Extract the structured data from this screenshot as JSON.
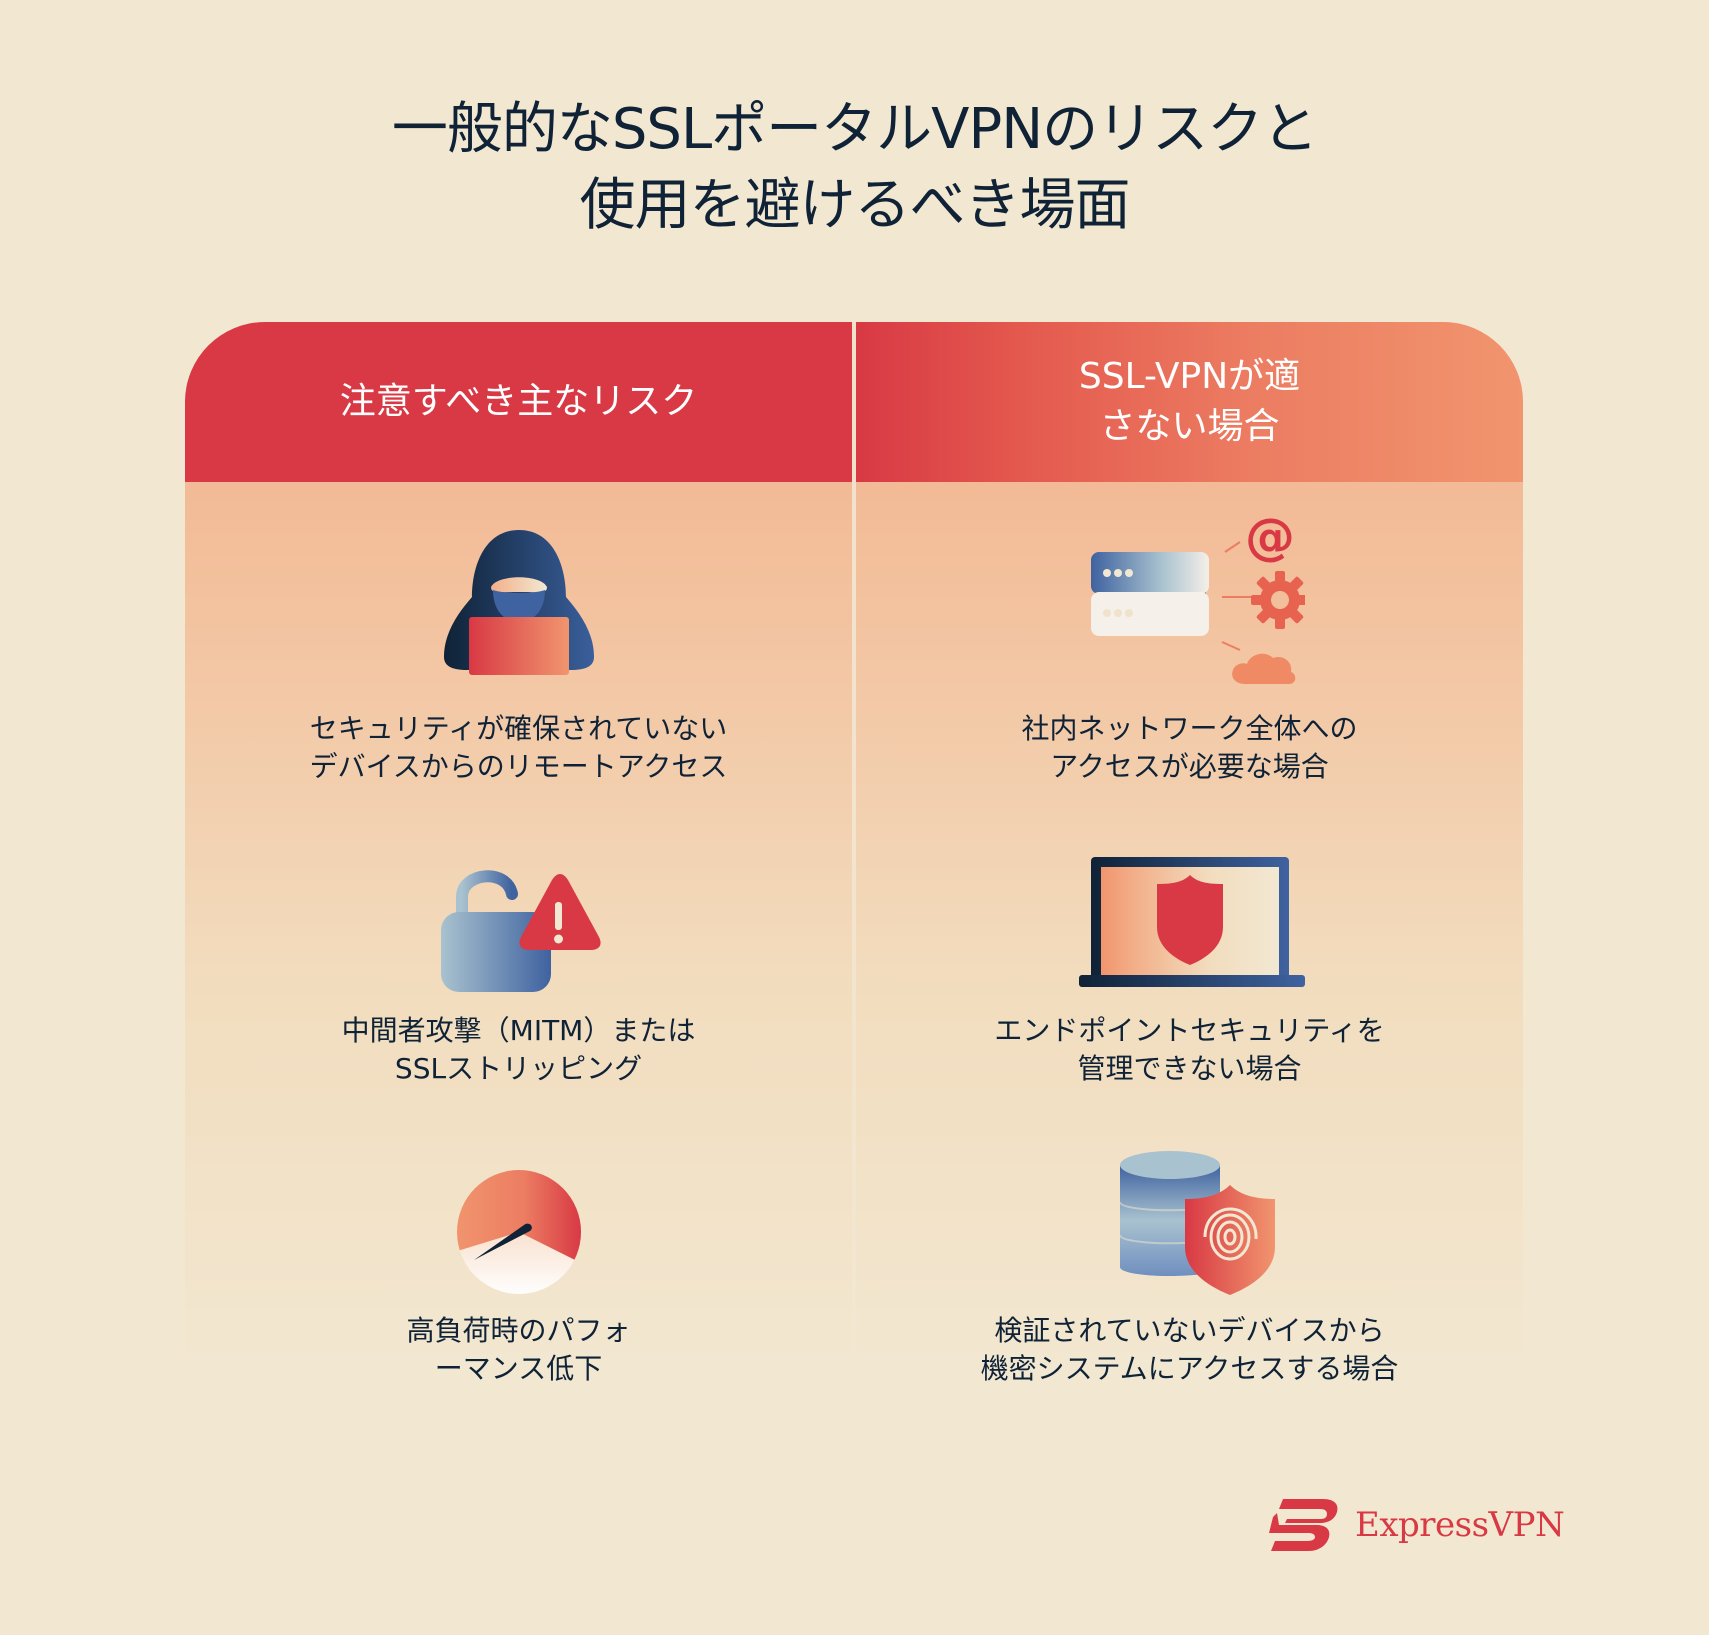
{
  "title": {
    "line1": "一般的なSSLポータルVPNのリスクと",
    "line2": "使用を避けるべき場面"
  },
  "columns": [
    {
      "heading_lines": [
        "注意すべき主なリスク"
      ],
      "items": [
        {
          "icon": "hacker-laptop-icon",
          "lines": [
            "セキュリティが確保されていない",
            "デバイスからのリモートアクセス"
          ]
        },
        {
          "icon": "unlocked-padlock-warning-icon",
          "lines": [
            "中間者攻撃（MITM）または",
            "SSLストリッピング"
          ]
        },
        {
          "icon": "speedometer-icon",
          "lines": [
            "高負荷時のパフォ",
            "ーマンス低下"
          ]
        }
      ]
    },
    {
      "heading_lines": [
        "SSL-VPNが適",
        "さない場合"
      ],
      "items": [
        {
          "icon": "server-network-icon",
          "lines": [
            "社内ネットワーク全体への",
            "アクセスが必要な場合"
          ]
        },
        {
          "icon": "laptop-shield-icon",
          "lines": [
            "エンドポイントセキュリティを",
            "管理できない場合"
          ]
        },
        {
          "icon": "database-fingerprint-shield-icon",
          "lines": [
            "検証されていないデバイスから",
            "機密システムにアクセスする場合"
          ]
        }
      ]
    }
  ],
  "brand": {
    "name": "ExpressVPN",
    "icon": "expressvpn-logo-icon"
  },
  "colors": {
    "background": "#f2e8d2",
    "brand_red": "#d83944",
    "coral": "#ec7d62",
    "navy": "#0f2236",
    "blue": "#3f62a0"
  }
}
